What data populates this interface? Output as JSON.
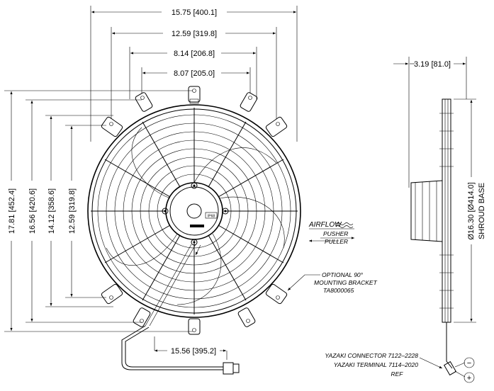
{
  "dimensions": {
    "overall_width": "15.75 [400.1]",
    "mount_width_outer": "12.59 [319.8]",
    "mount_width_mid": "8.14 [206.8]",
    "mount_width_inner": "8.07 [205.0]",
    "overall_height": "17.81 [452.4]",
    "mount_height_outer": "16.56 [420.6]",
    "mount_height_mid": "14.12 [358.6]",
    "mount_height_inner": "12.59 [319.8]",
    "depth": "3.19 [81.0]",
    "shroud_diameter": "Ø16.30 [Ø414.0]",
    "shroud_label": "SHROUD BASE",
    "wire_length": "15.56 [395.2]"
  },
  "airflow": {
    "title": "AIRFLOW",
    "pusher": "PUSHER",
    "puller": "PULLER"
  },
  "bracket_note": {
    "line1": "OPTIONAL 90°",
    "line2": "MOUNTING BRACKET",
    "line3": "TA8000065"
  },
  "connector_note": {
    "line1": "YAZAKI CONNECTOR 7122–2228",
    "line2": "YAZAKI TERMINAL 7114–2020",
    "line3": "REF"
  },
  "polarity": {
    "negative": "−",
    "positive": "+"
  },
  "hub_label": "IP68"
}
